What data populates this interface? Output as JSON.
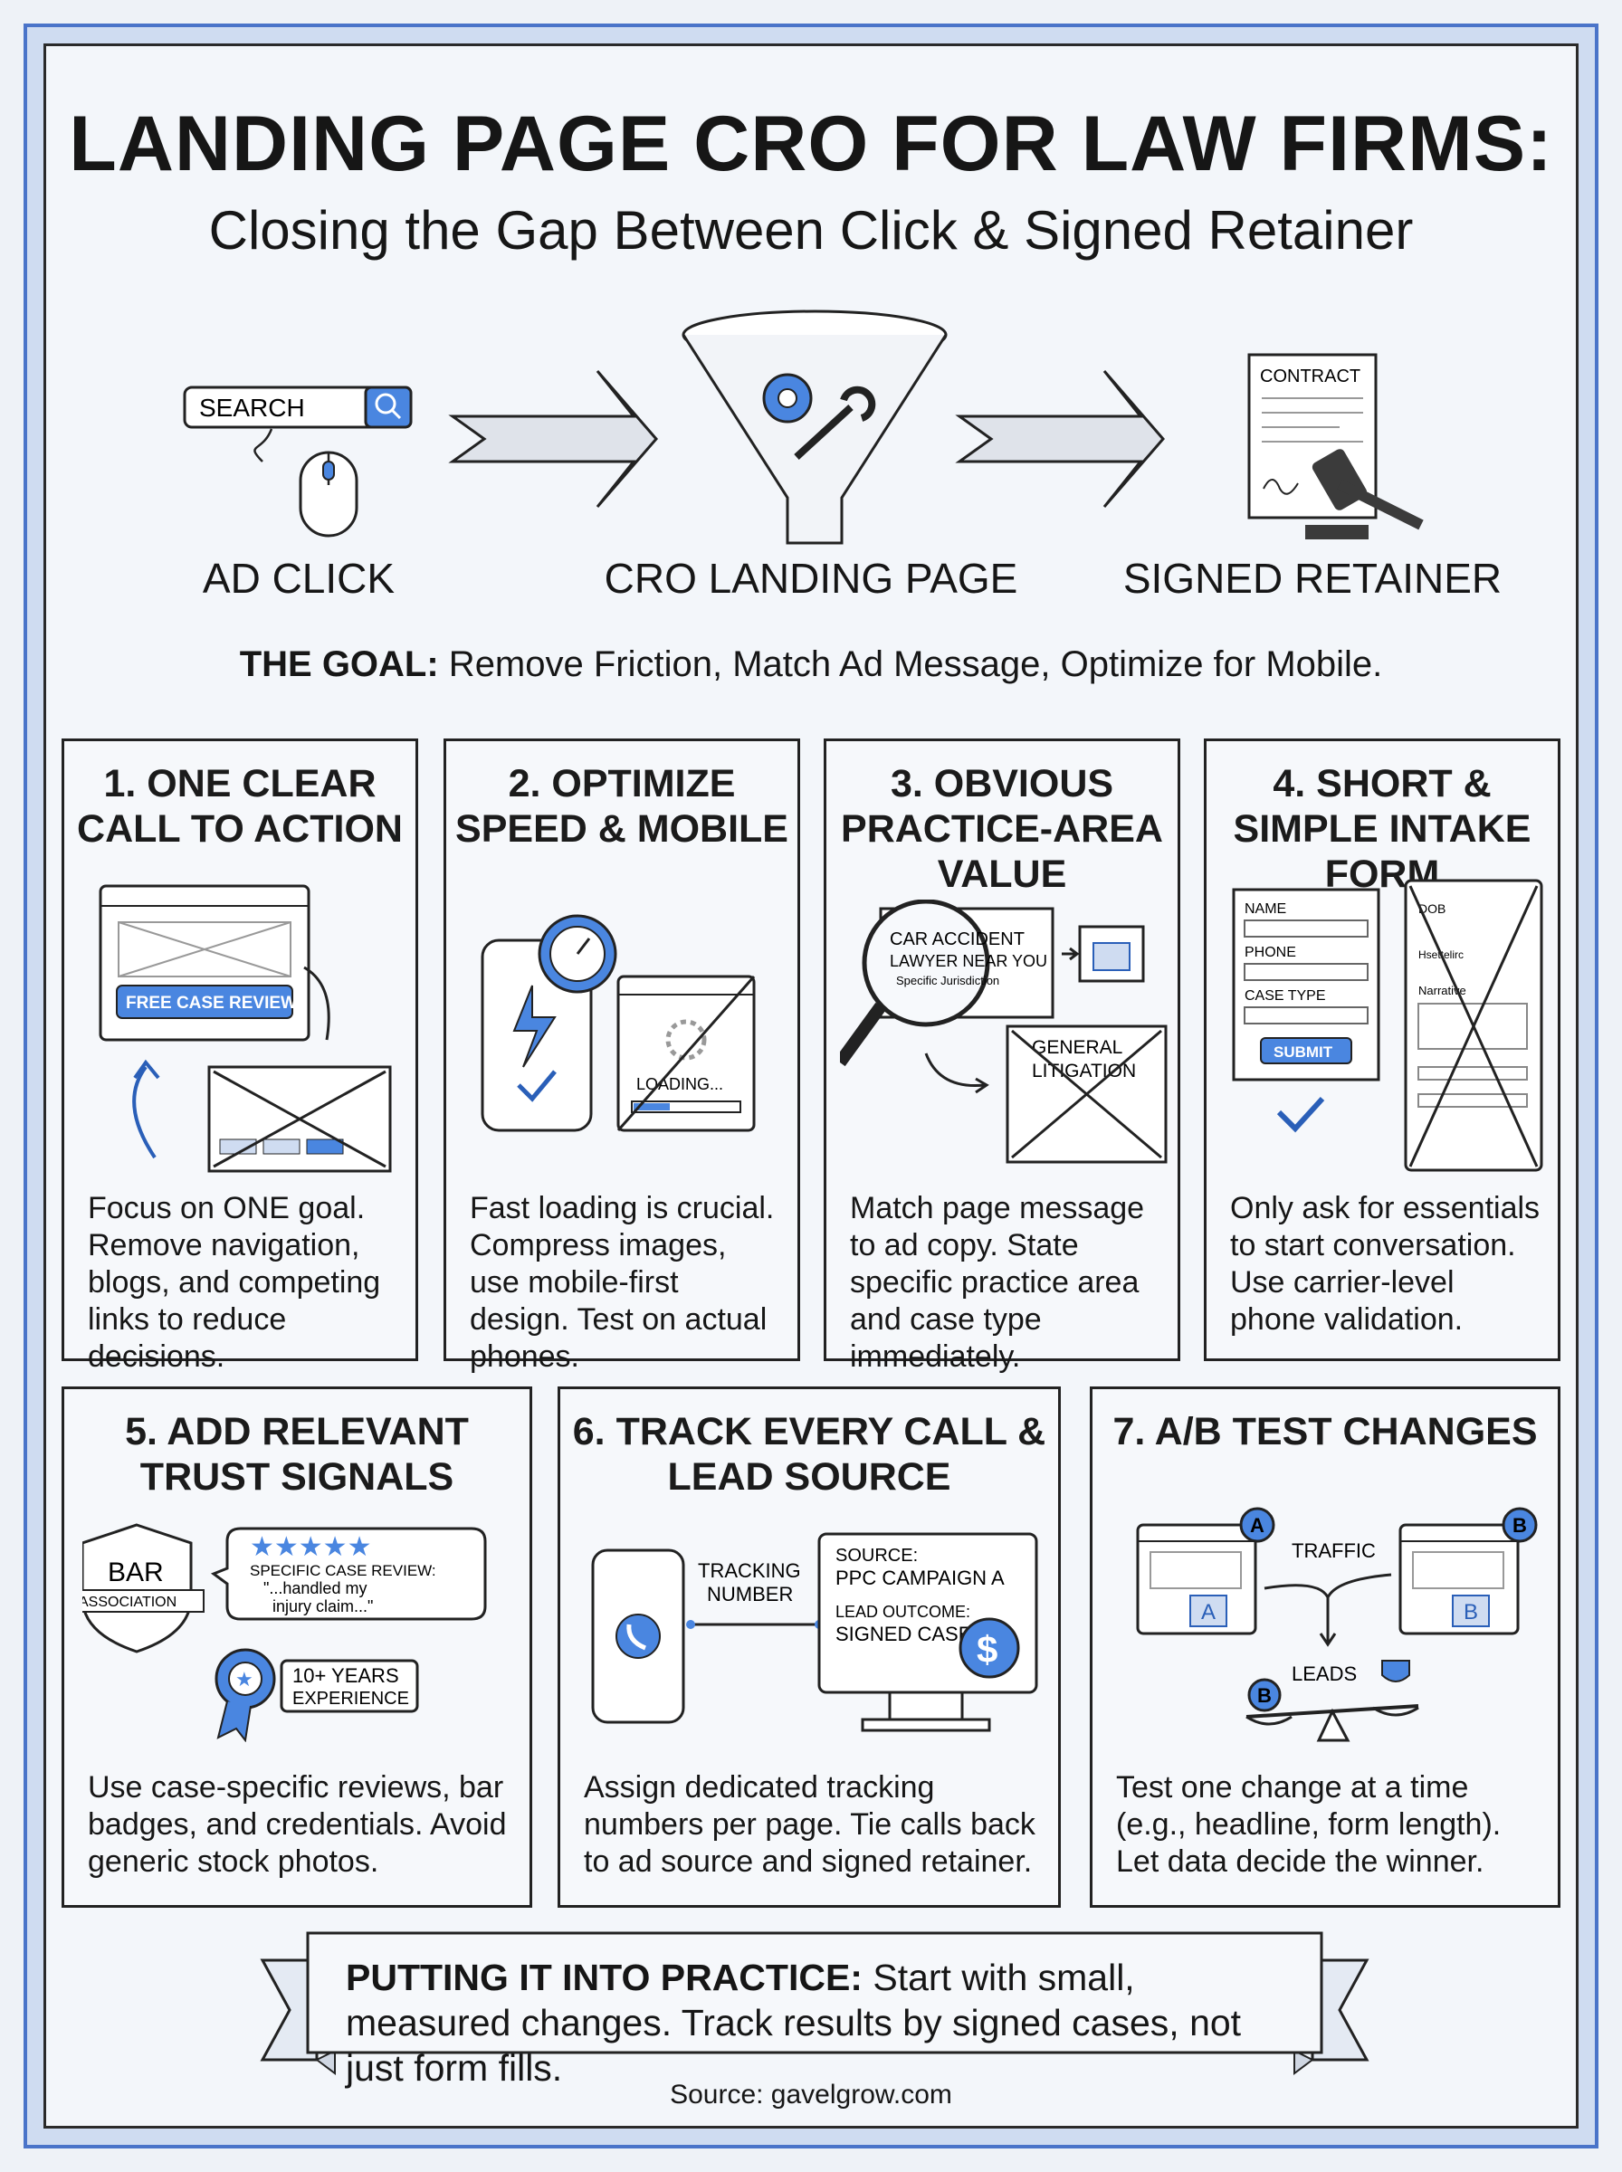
{
  "title": "LANDING PAGE CRO FOR LAW FIRMS:",
  "subtitle": "Closing the Gap Between Click & Signed Retainer",
  "flow": {
    "search_label": "SEARCH",
    "contract_label": "CONTRACT",
    "steps": [
      "AD CLICK",
      "CRO LANDING PAGE",
      "SIGNED RETAINER"
    ]
  },
  "goal": {
    "lead": "THE GOAL:",
    "text": " Remove Friction, Match Ad Message, Optimize for Mobile."
  },
  "cards": [
    {
      "title": "1. ONE CLEAR CALL TO ACTION",
      "text": "Focus on ONE goal. Remove navigation, blogs, and competing links to reduce decisions.",
      "cta": "FREE CASE REVIEW"
    },
    {
      "title": "2. OPTIMIZE SPEED & MOBILE",
      "text": "Fast loading is crucial. Compress images, use mobile-first design. Test on actual phones.",
      "loading": "LOADING..."
    },
    {
      "title": "3. OBVIOUS PRACTICE-AREA VALUE",
      "text": "Match page message to ad copy. State specific practice area and case type immediately.",
      "lens_lines": [
        "CAR ACCIDENT",
        "LAWYER NEAR YOU",
        "Specific Jurisdiction"
      ],
      "general": [
        "GENERAL",
        "LITIGATION"
      ]
    },
    {
      "title": "4. SHORT & SIMPLE INTAKE FORM",
      "text": "Only ask for essentials to start conversation. Use carrier-level phone validation.",
      "fields": [
        "NAME",
        "PHONE",
        "CASE TYPE"
      ],
      "submit": "SUBMIT",
      "long_fields": [
        "DOB",
        "Hsettelirc",
        "Narrative"
      ]
    },
    {
      "title": "5. ADD RELEVANT TRUST SIGNALS",
      "text": "Use case-specific reviews, bar badges, and credentials. Avoid generic stock photos.",
      "badge": [
        "BAR",
        "ASSOCIATION"
      ],
      "review": [
        "SPECIFIC CASE REVIEW:",
        "\"...handled my",
        "injury claim...\""
      ],
      "experience": [
        "10+ YEARS",
        "EXPERIENCE"
      ]
    },
    {
      "title": "6. TRACK EVERY CALL & LEAD SOURCE",
      "text": "Assign dedicated tracking numbers per page. Tie calls back to ad source and signed retainer.",
      "tracking": [
        "TRACKING",
        "NUMBER"
      ],
      "screen": [
        "SOURCE:",
        "PPC CAMPAIGN A",
        "LEAD OUTCOME:",
        "SIGNED CASE"
      ]
    },
    {
      "title": "7. A/B TEST CHANGES",
      "text": "Test one change at a time (e.g., headline, form length). Let data decide the winner.",
      "traffic": "TRAFFIC",
      "leads": "LEADS",
      "variant_a": "A",
      "variant_b": "B"
    }
  ],
  "banner": {
    "lead": "PUTTING IT INTO PRACTICE:",
    "text": " Start with small, measured changes. Track results by signed cases, not just form fills."
  },
  "source": "Source: gavelgrow.com",
  "colors": {
    "accent": "#4a86e0",
    "ink": "#1b1b1b",
    "paper": "#f3f6fa"
  }
}
